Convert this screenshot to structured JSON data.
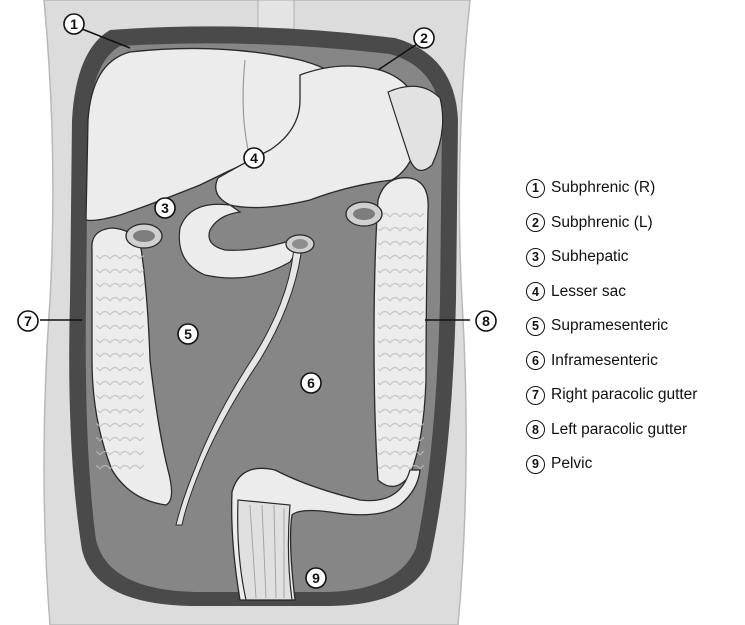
{
  "colors": {
    "torso": "#dcdcdc",
    "torso_edge": "#b9b9b9",
    "cavity_dark": "#4a4a4a",
    "cavity": "#868686",
    "organ": "#ececec",
    "organ_shadow": "#c9c9c9",
    "outline": "#2a2a2a"
  },
  "diagram_labels": [
    {
      "num": "1",
      "name": "Subphrenic (R)"
    },
    {
      "num": "2",
      "name": "Subphrenic (L)"
    },
    {
      "num": "3",
      "name": "Subhepatic"
    },
    {
      "num": "4",
      "name": "Lesser sac"
    },
    {
      "num": "5",
      "name": "Supramesenteric"
    },
    {
      "num": "6",
      "name": "Inframesenteric"
    },
    {
      "num": "7",
      "name": "Right paracolic gutter"
    },
    {
      "num": "8",
      "name": "Left paracolic gutter"
    },
    {
      "num": "9",
      "name": "Pelvic"
    }
  ]
}
